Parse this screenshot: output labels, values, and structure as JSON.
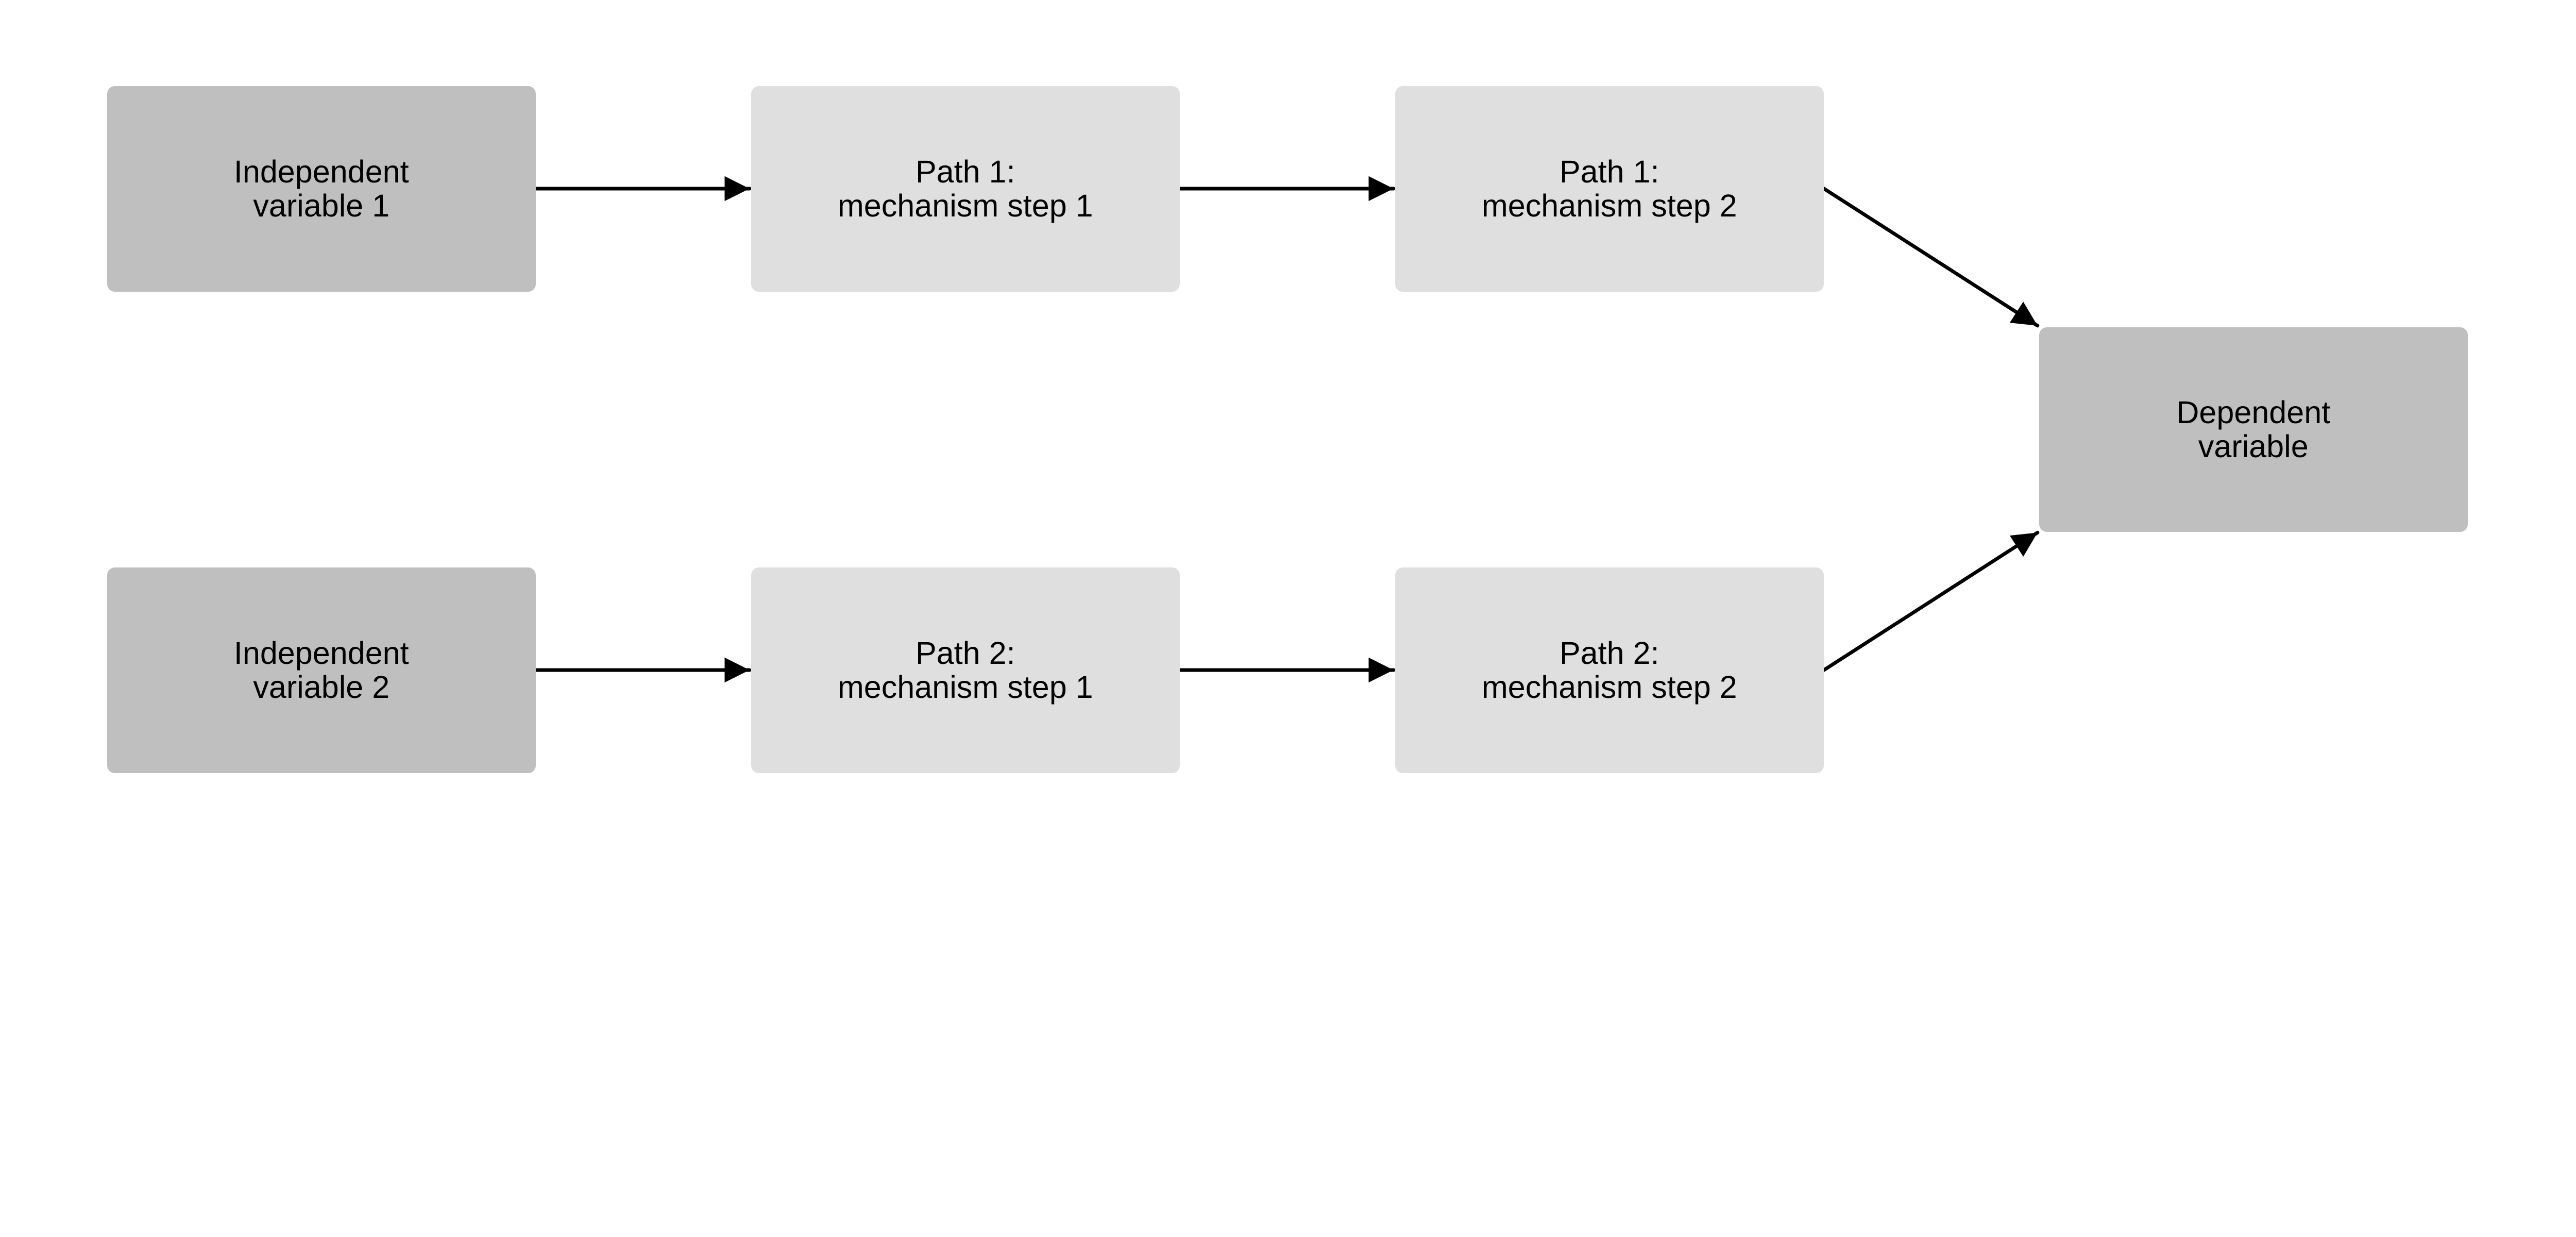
{
  "colors": {
    "outcome_fill": "#bfbfbf",
    "mediator_fill": "#dfdfdf",
    "arrow": "#000000"
  },
  "nodes": {
    "iv1": {
      "line1": "Independent",
      "line2": "variable 1"
    },
    "iv2": {
      "line1": "Independent",
      "line2": "variable 2"
    },
    "p1s1": {
      "line1": "Path 1:",
      "line2": "mechanism step 1"
    },
    "p1s2": {
      "line1": "Path 1:",
      "line2": "mechanism step 2"
    },
    "p2s1": {
      "line1": "Path 2:",
      "line2": "mechanism step 1"
    },
    "p2s2": {
      "line1": "Path 2:",
      "line2": "mechanism step 2"
    },
    "dv": {
      "line1": "Dependent",
      "line2": "variable"
    }
  },
  "edges": [
    {
      "from": "iv1",
      "to": "p1s1"
    },
    {
      "from": "p1s1",
      "to": "p1s2"
    },
    {
      "from": "p1s2",
      "to": "dv"
    },
    {
      "from": "iv2",
      "to": "p2s1"
    },
    {
      "from": "p2s1",
      "to": "p2s2"
    },
    {
      "from": "p2s2",
      "to": "dv"
    }
  ]
}
